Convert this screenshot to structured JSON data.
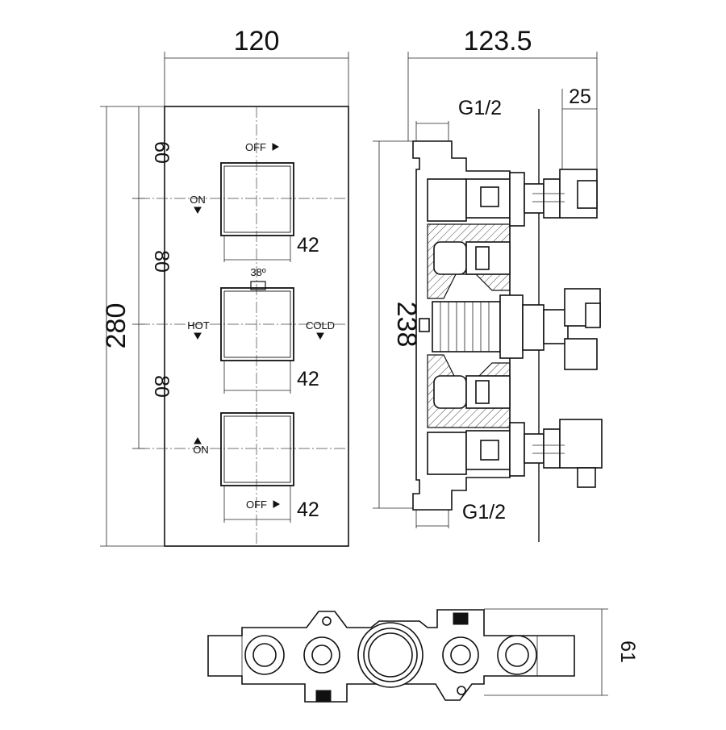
{
  "front": {
    "width_dim": "120",
    "height_dim": "280",
    "spacing_top": "60",
    "spacing_mid": "80",
    "spacing_bot": "80",
    "handle_size": "42",
    "angle_label": "38º",
    "labels": {
      "top_off": "OFF",
      "top_on": "ON",
      "hot": "HOT",
      "cold": "COLD",
      "bottom_on": "ON",
      "bottom_off": "OFF"
    }
  },
  "side": {
    "depth_dim": "123.5",
    "height_dim": "238",
    "offset_dim": "25",
    "thread_top": "G1/2",
    "thread_bottom": "G1/2"
  },
  "bottom": {
    "depth_dim": "61"
  }
}
